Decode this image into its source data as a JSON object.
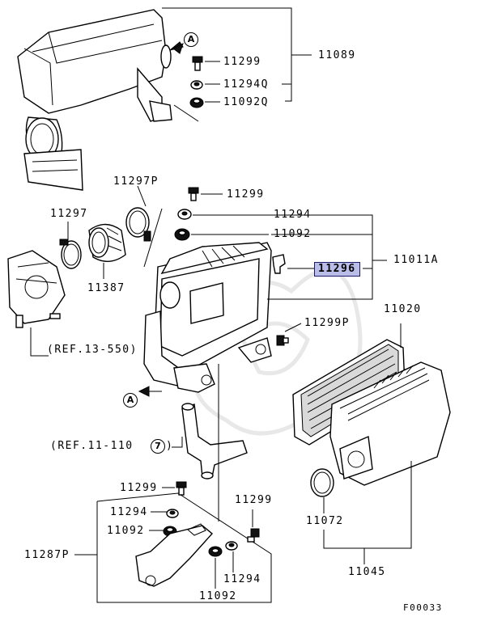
{
  "diagram_id": "F00033",
  "parts": [
    {
      "num": "11089",
      "highlighted": false
    },
    {
      "num": "11299",
      "highlighted": false
    },
    {
      "num": "11294Q",
      "highlighted": false
    },
    {
      "num": "11092Q",
      "highlighted": false
    },
    {
      "num": "11297P",
      "highlighted": false
    },
    {
      "num": "11299",
      "highlighted": false
    },
    {
      "num": "11297",
      "highlighted": false
    },
    {
      "num": "11294",
      "highlighted": false
    },
    {
      "num": "11092",
      "highlighted": false
    },
    {
      "num": "11296",
      "highlighted": true
    },
    {
      "num": "11011A",
      "highlighted": false
    },
    {
      "num": "11387",
      "highlighted": false
    },
    {
      "num": "11020",
      "highlighted": false
    },
    {
      "num": "11299P",
      "highlighted": false
    },
    {
      "num": "11299",
      "highlighted": false
    },
    {
      "num": "11299",
      "highlighted": false
    },
    {
      "num": "11294",
      "highlighted": false
    },
    {
      "num": "11092",
      "highlighted": false
    },
    {
      "num": "11072",
      "highlighted": false
    },
    {
      "num": "11287P",
      "highlighted": false
    },
    {
      "num": "11294",
      "highlighted": false
    },
    {
      "num": "11092",
      "highlighted": false
    },
    {
      "num": "11045",
      "highlighted": false
    }
  ],
  "refs": {
    "ref1": "(REF.13-550)",
    "ref2_prefix": "(REF.11-110",
    "ref2_num": "7",
    "ref2_suffix": ")"
  },
  "markers": {
    "a_top": "A",
    "a_bottom": "A"
  },
  "colors": {
    "highlight_fill": "#b9bde8",
    "highlight_border": "#1b1b6a",
    "line": "#000000"
  }
}
